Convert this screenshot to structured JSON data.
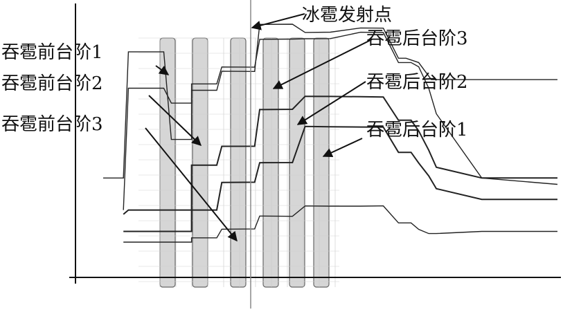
{
  "chart_data": {
    "type": "line",
    "title": "",
    "xlabel": "",
    "ylabel": "",
    "grid": true,
    "legend": "none",
    "annotations": {
      "pre_steps": [
        "吞雹前台阶1",
        "吞雹前台阶2",
        "吞雹前台阶3"
      ],
      "post_steps": [
        "吞雹后台阶1",
        "吞雹后台阶2",
        "吞雹后台阶3"
      ],
      "launch_point": "冰雹发射点"
    },
    "series": [
      {
        "values": [
          [
            0,
            0.2
          ],
          [
            16,
            0.2
          ],
          [
            20,
            0.79
          ],
          [
            48,
            0.79
          ],
          [
            54,
            0.38
          ],
          [
            70,
            0.38
          ],
          [
            70,
            0.61
          ],
          [
            90,
            0.61
          ],
          [
            94,
            0.7
          ],
          [
            120,
            0.7
          ],
          [
            124,
            0.92
          ],
          [
            150,
            0.92
          ],
          [
            160,
            0.88
          ],
          [
            180,
            0.88
          ],
          [
            204,
            0.9
          ],
          [
            222,
            0.9
          ],
          [
            234,
            0.76
          ],
          [
            240,
            0.76
          ],
          [
            250,
            0.74
          ],
          [
            260,
            0.66
          ],
          [
            264,
            0.66
          ],
          [
            300,
            0.66
          ],
          [
            360,
            0.66
          ]
        ]
      },
      {
        "values": [
          [
            16,
            0.05
          ],
          [
            20,
            0.62
          ],
          [
            48,
            0.62
          ],
          [
            54,
            0.55
          ],
          [
            70,
            0.55
          ],
          [
            70,
            0.64
          ],
          [
            90,
            0.64
          ],
          [
            94,
            0.72
          ],
          [
            120,
            0.72
          ],
          [
            124,
            0.85
          ],
          [
            150,
            0.85
          ],
          [
            160,
            0.85
          ],
          [
            180,
            0.85
          ],
          [
            204,
            0.88
          ],
          [
            222,
            0.88
          ],
          [
            234,
            0.74
          ],
          [
            244,
            0.74
          ],
          [
            250,
            0.72
          ],
          [
            258,
            0.62
          ],
          [
            264,
            0.5
          ],
          [
            300,
            0.2
          ],
          [
            360,
            0.17
          ]
        ]
      },
      {
        "values": [
          [
            16,
            0.03
          ],
          [
            20,
            0.05
          ],
          [
            48,
            0.05
          ],
          [
            54,
            0.05
          ],
          [
            70,
            0.05
          ],
          [
            70,
            0.26
          ],
          [
            90,
            0.26
          ],
          [
            94,
            0.35
          ],
          [
            120,
            0.35
          ],
          [
            124,
            0.52
          ],
          [
            150,
            0.52
          ],
          [
            160,
            0.58
          ],
          [
            180,
            0.58
          ],
          [
            204,
            0.58
          ],
          [
            222,
            0.58
          ],
          [
            234,
            0.47
          ],
          [
            244,
            0.47
          ],
          [
            250,
            0.42
          ],
          [
            258,
            0.33
          ],
          [
            264,
            0.25
          ],
          [
            300,
            0.2
          ],
          [
            360,
            0.2
          ]
        ]
      },
      {
        "values": [
          [
            16,
            -0.05
          ],
          [
            20,
            -0.05
          ],
          [
            48,
            -0.05
          ],
          [
            54,
            -0.05
          ],
          [
            70,
            -0.05
          ],
          [
            70,
            0.05
          ],
          [
            90,
            0.05
          ],
          [
            94,
            0.18
          ],
          [
            120,
            0.18
          ],
          [
            124,
            0.27
          ],
          [
            150,
            0.27
          ],
          [
            160,
            0.44
          ],
          [
            180,
            0.44
          ],
          [
            204,
            0.44
          ],
          [
            222,
            0.44
          ],
          [
            234,
            0.32
          ],
          [
            244,
            0.32
          ],
          [
            250,
            0.27
          ],
          [
            258,
            0.21
          ],
          [
            264,
            0.15
          ],
          [
            300,
            0.1
          ],
          [
            360,
            0.1
          ]
        ]
      },
      {
        "values": [
          [
            16,
            -0.1
          ],
          [
            20,
            -0.1
          ],
          [
            48,
            -0.1
          ],
          [
            54,
            -0.1
          ],
          [
            70,
            -0.1
          ],
          [
            70,
            -0.08
          ],
          [
            90,
            -0.08
          ],
          [
            94,
            -0.04
          ],
          [
            120,
            -0.04
          ],
          [
            124,
            0.02
          ],
          [
            150,
            0.02
          ],
          [
            160,
            0.07
          ],
          [
            180,
            0.07
          ],
          [
            204,
            0.07
          ],
          [
            222,
            0.07
          ],
          [
            234,
            -0.01
          ],
          [
            244,
            -0.01
          ],
          [
            250,
            -0.04
          ],
          [
            258,
            -0.06
          ],
          [
            264,
            -0.06
          ],
          [
            300,
            -0.05
          ],
          [
            360,
            -0.05
          ]
        ]
      }
    ]
  }
}
